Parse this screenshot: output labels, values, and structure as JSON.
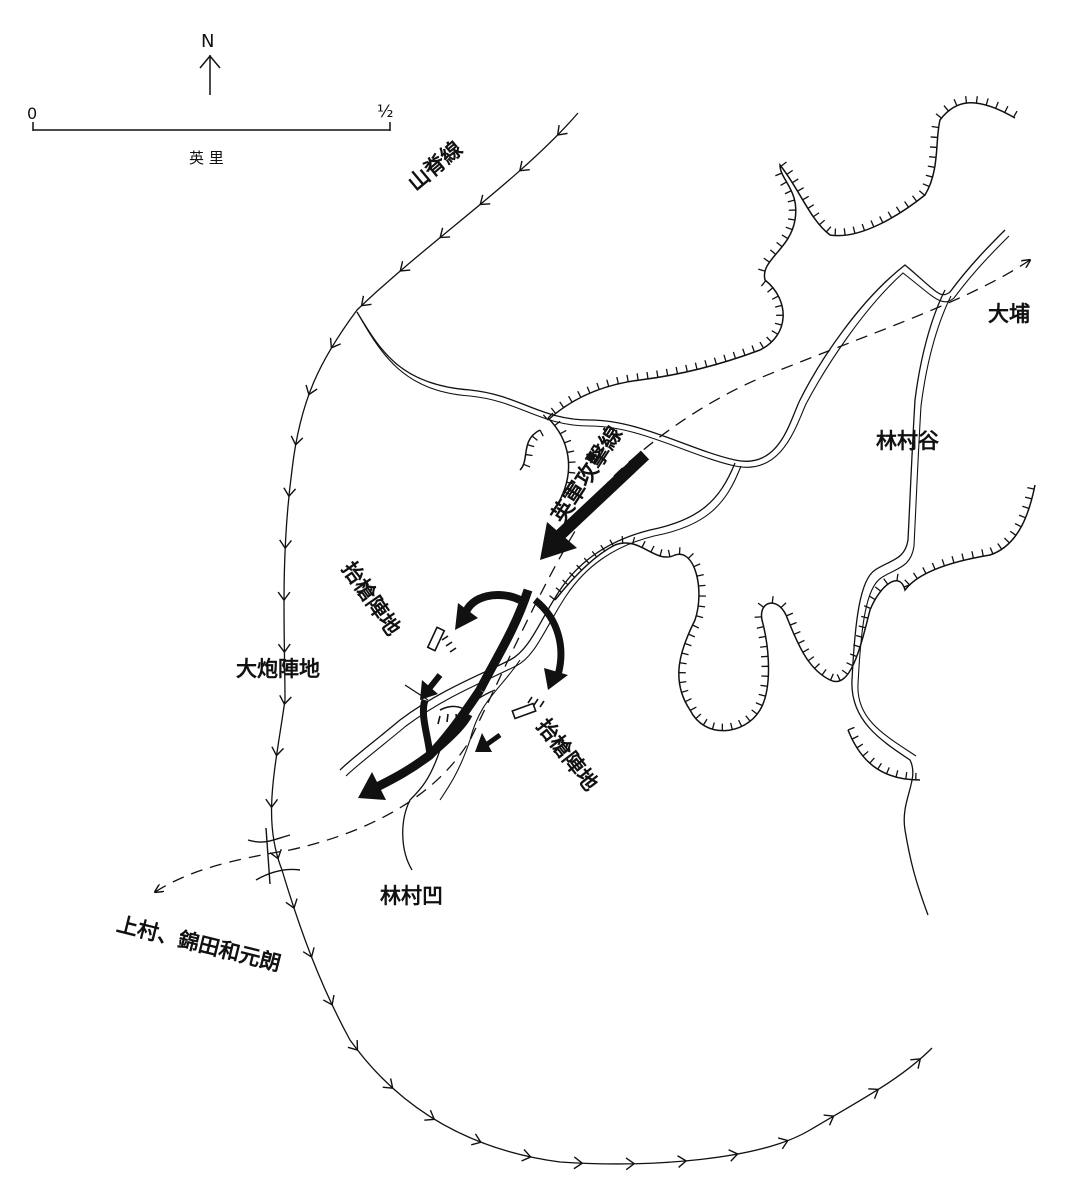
{
  "compass": {
    "north": "N"
  },
  "scale": {
    "start": "0",
    "end": "½",
    "unit": "英 里"
  },
  "labels": {
    "ridge_line": "山脊線",
    "british_attack_line": "英軍攻擊線",
    "artillery_position": "大炮陣地",
    "musket_position_upper": "抬槍陣地",
    "musket_position_lower": "抬槍陣地",
    "lam_tsuen_pass": "林村凹",
    "lam_tsuen_valley": "林村谷",
    "tai_po": "大埔",
    "to_villages": "上村、錦田和元朗"
  },
  "colors": {
    "ink": "#111111",
    "paper": "#ffffff"
  }
}
